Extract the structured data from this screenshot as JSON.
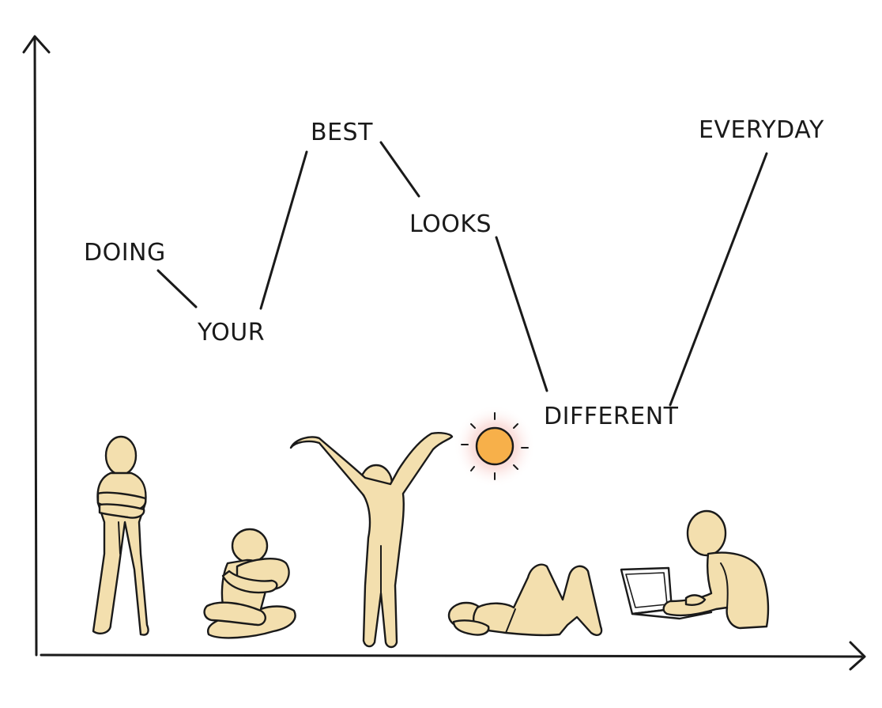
{
  "words": {
    "w1": "DOING",
    "w2": "YOUR",
    "w3": "BEST",
    "w4": "LOOKS",
    "w5": "DIFFERENT",
    "w6": "EVERYDAY"
  },
  "figures": [
    "standing-arms-crossed-figure",
    "sitting-hugging-pillow-figure",
    "stretching-arms-up-figure",
    "lying-down-figure",
    "working-on-laptop-figure"
  ],
  "colors": {
    "ink": "#1a1a1a",
    "skin": "#f3dfae",
    "sun": "#f7b04a",
    "sun_glow": "#f4b3ad",
    "background": "#ffffff"
  }
}
